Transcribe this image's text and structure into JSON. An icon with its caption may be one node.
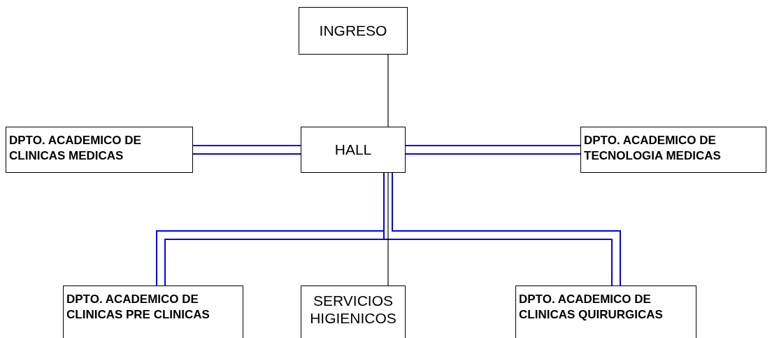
{
  "diagram": {
    "nodes": [
      {
        "text": [
          "INGRESO"
        ]
      },
      {
        "text": [
          "DPTO. ACADEMICO DE CLINICAS MEDICAS"
        ]
      },
      {
        "text": [
          "HALL"
        ]
      },
      {
        "text": [
          "DPTO. ACADEMICO DE TECNOLOGIA MEDICAS"
        ]
      },
      {
        "text": [
          "DPTO. ACADEMICO DE CLINICAS PRE CLINICAS"
        ]
      },
      {
        "text": [
          "SERVICIOS HIGIENICOS"
        ]
      },
      {
        "text": [
          "DPTO. ACADEMICO DE CLINICAS QUIRURGICAS"
        ]
      }
    ],
    "edges": [
      {
        "from": 0,
        "to": 2,
        "arrow": "none",
        "color": "#000000"
      },
      {
        "from": 2,
        "to": 1,
        "arrow": "none"
      },
      {
        "from": 2,
        "to": 3,
        "arrow": "none"
      },
      {
        "from": 2,
        "to": 4,
        "arrow": "none"
      },
      {
        "from": 2,
        "to": 6,
        "arrow": "none"
      },
      {
        "from": 2,
        "to": 5,
        "arrow": "none",
        "color": "#000000"
      }
    ]
  }
}
